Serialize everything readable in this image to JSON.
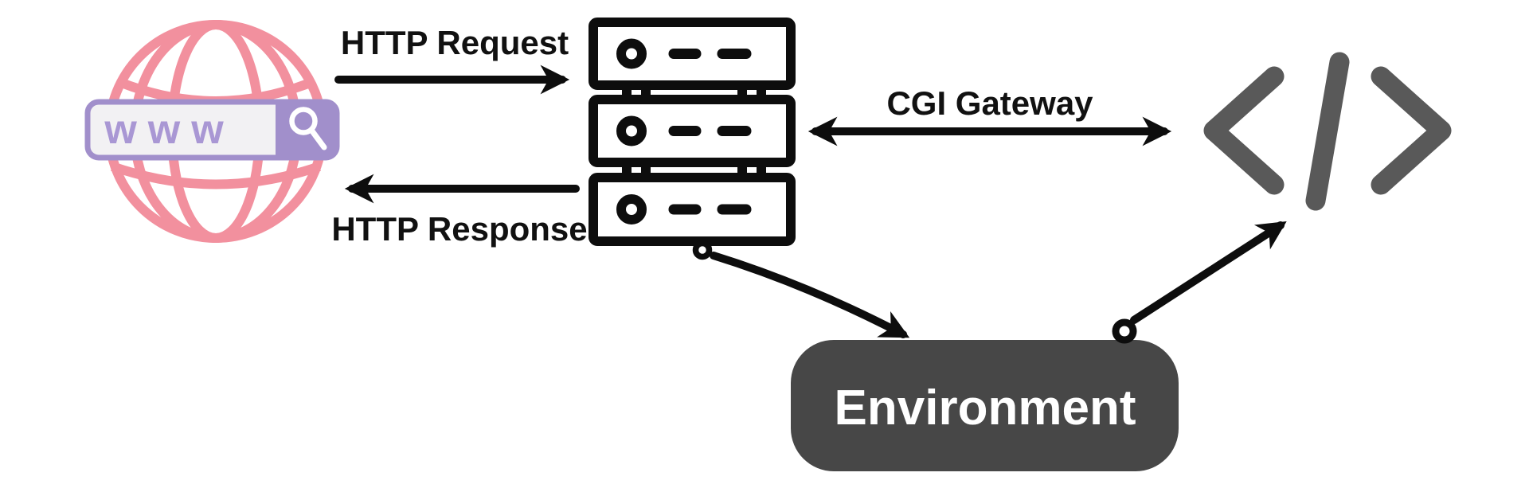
{
  "diagram": {
    "title_hint": "CGI request flow diagram",
    "labels": {
      "http_request": "HTTP Request",
      "http_response": "HTTP Response",
      "cgi_gateway": "CGI Gateway",
      "environment": "Environment",
      "www": "www"
    },
    "nodes": [
      {
        "id": "browser",
        "icon": "www-globe-icon"
      },
      {
        "id": "web-server",
        "icon": "server-stack-icon"
      },
      {
        "id": "cgi-script",
        "icon": "code-brackets-icon"
      },
      {
        "id": "environment",
        "label": "Environment"
      }
    ],
    "edges": [
      {
        "from": "browser",
        "to": "web-server",
        "label": "HTTP Request"
      },
      {
        "from": "web-server",
        "to": "browser",
        "label": "HTTP Response"
      },
      {
        "from": "web-server",
        "to": "cgi-script",
        "label": "CGI Gateway",
        "bidirectional": true
      },
      {
        "from": "web-server",
        "to": "environment",
        "label": ""
      },
      {
        "from": "environment",
        "to": "cgi-script",
        "label": ""
      }
    ],
    "icons": {
      "globe": "www-globe-icon",
      "search": "magnifier-icon",
      "server": "server-stack-icon",
      "code": "code-brackets-icon"
    }
  },
  "colors": {
    "background": "#FFFFFF",
    "white": "#FFFFFF",
    "pink": "#F2909E",
    "purple": "#A18FCB",
    "purple_light": "#A997D4",
    "bar_fill": "#F2F1F3",
    "ink": "#0D0D0D",
    "text_black": "#111111",
    "code_gray": "#595959",
    "env_gray": "#474747"
  }
}
